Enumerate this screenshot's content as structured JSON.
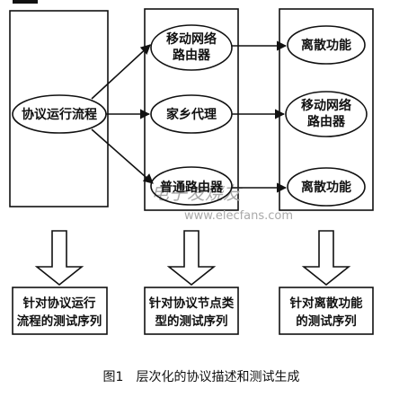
{
  "diagram": {
    "protocol_flow": "协议运行流程",
    "middle_nodes": [
      [
        "移动网络",
        "路由器"
      ],
      [
        "家乡代理"
      ],
      [
        "普通路由器"
      ]
    ],
    "right_nodes": [
      [
        "离散功能"
      ],
      [
        "移动网络",
        "路由器"
      ],
      [
        "离散功能"
      ]
    ],
    "outputs": [
      [
        "针对协议运行",
        "流程的测试序列"
      ],
      [
        "针对协议节点类",
        "型的测试序列"
      ],
      [
        "针对离散功能",
        "的测试序列"
      ]
    ]
  },
  "caption": "图1　层次化的协议描述和测试生成",
  "watermark": {
    "text": "电子发烧友",
    "url": "www.elecfans.com"
  }
}
